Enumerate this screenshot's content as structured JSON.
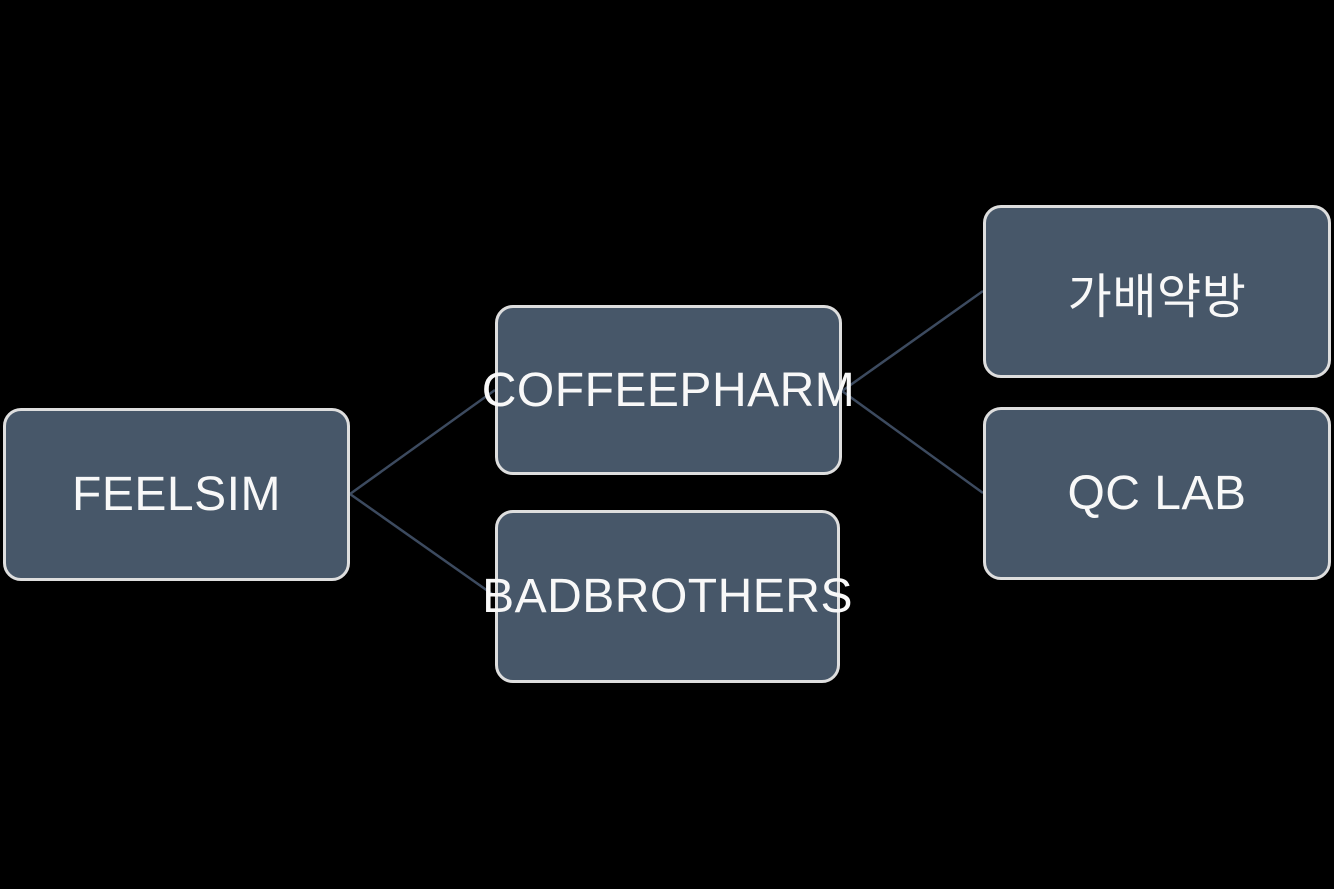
{
  "diagram": {
    "type": "org-chart",
    "background": "#000000",
    "colors": {
      "node_fill": "#475769",
      "node_border": "#dedede",
      "connector": "#3c4a5f",
      "text": "#f8f8f8"
    },
    "nodes": [
      {
        "id": "feelsim",
        "label": "FEELSIM",
        "level": 1
      },
      {
        "id": "coffeepharm",
        "label": "COFFEEPHARM",
        "level": 2
      },
      {
        "id": "badbrothers",
        "label": "BADBROTHERS",
        "level": 2
      },
      {
        "id": "gabae-yakbang",
        "label": "가배약방",
        "level": 3
      },
      {
        "id": "qc-lab",
        "label": "QC LAB",
        "level": 3
      }
    ],
    "edges": [
      {
        "from": "FEELSIM",
        "to": "COFFEEPHARM"
      },
      {
        "from": "FEELSIM",
        "to": "BADBROTHERS"
      },
      {
        "from": "COFFEEPHARM",
        "to": "가배약방"
      },
      {
        "from": "COFFEEPHARM",
        "to": "QC LAB"
      }
    ]
  }
}
